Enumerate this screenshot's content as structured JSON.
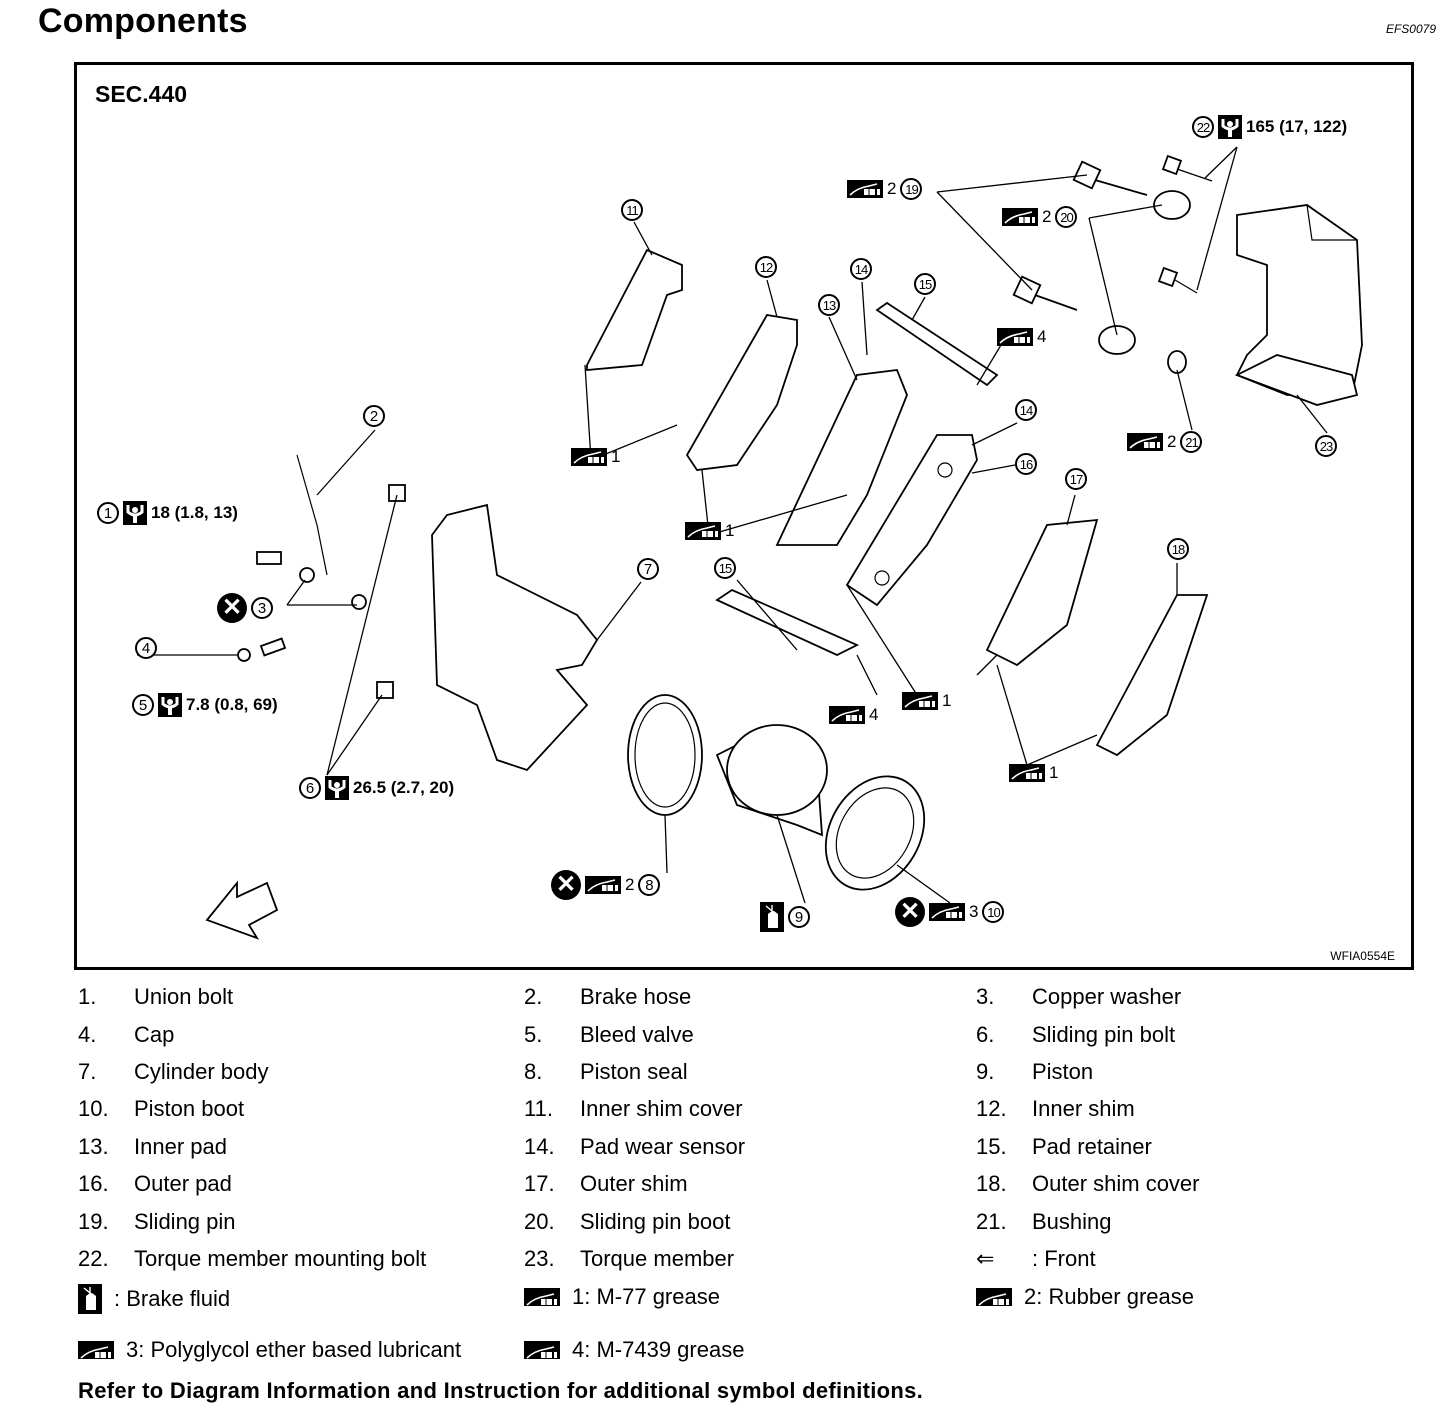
{
  "header": {
    "title": "Components",
    "doc_code": "EFS0079"
  },
  "diagram": {
    "section": "SEC.440",
    "figure_code": "WFIA0554E",
    "callouts": [
      {
        "id": "c1",
        "num": "1",
        "icons": [
          "torque-icon"
        ],
        "text": "18 (1.8, 13)"
      },
      {
        "id": "c2",
        "num": "2",
        "icons": [],
        "text": ""
      },
      {
        "id": "c3",
        "num": "3",
        "icons": [
          "replace-x-icon"
        ],
        "text": ""
      },
      {
        "id": "c4",
        "num": "4",
        "icons": [],
        "text": ""
      },
      {
        "id": "c5",
        "num": "5",
        "icons": [
          "torque-icon"
        ],
        "text": "7.8 (0.8, 69)"
      },
      {
        "id": "c6",
        "num": "6",
        "icons": [
          "torque-icon"
        ],
        "text": "26.5 (2.7, 20)"
      },
      {
        "id": "c7",
        "num": "7",
        "icons": [],
        "text": ""
      },
      {
        "id": "c8",
        "num": "8",
        "icons": [
          "replace-x-icon",
          "grease-icon"
        ],
        "grease": "2",
        "text": ""
      },
      {
        "id": "c9",
        "num": "9",
        "icons": [
          "brake-fluid-icon"
        ],
        "text": ""
      },
      {
        "id": "c10",
        "num": "10",
        "icons": [
          "replace-x-icon",
          "grease-icon"
        ],
        "grease": "3",
        "text": ""
      },
      {
        "id": "c11",
        "num": "11",
        "icons": [],
        "text": ""
      },
      {
        "id": "c12",
        "num": "12",
        "icons": [],
        "text": ""
      },
      {
        "id": "c13",
        "num": "13",
        "icons": [],
        "text": ""
      },
      {
        "id": "c14a",
        "num": "14",
        "icons": [],
        "text": ""
      },
      {
        "id": "c14b",
        "num": "14",
        "icons": [],
        "text": ""
      },
      {
        "id": "c15a",
        "num": "15",
        "icons": [],
        "text": ""
      },
      {
        "id": "c15b",
        "num": "15",
        "icons": [],
        "text": ""
      },
      {
        "id": "c16",
        "num": "16",
        "icons": [],
        "text": ""
      },
      {
        "id": "c17",
        "num": "17",
        "icons": [],
        "text": ""
      },
      {
        "id": "c18",
        "num": "18",
        "icons": [],
        "text": ""
      },
      {
        "id": "c19",
        "num": "19",
        "icons": [
          "grease-icon"
        ],
        "grease": "2",
        "text": ""
      },
      {
        "id": "c20",
        "num": "20",
        "icons": [
          "grease-icon"
        ],
        "grease": "2",
        "text": ""
      },
      {
        "id": "c21",
        "num": "21",
        "icons": [
          "grease-icon"
        ],
        "grease": "2",
        "text": ""
      },
      {
        "id": "c22",
        "num": "22",
        "icons": [
          "torque-icon"
        ],
        "text": "165 (17, 122)"
      },
      {
        "id": "c23",
        "num": "23",
        "icons": [],
        "text": ""
      }
    ],
    "grease_tags": [
      {
        "id": "g1a",
        "value": "1"
      },
      {
        "id": "g1b",
        "value": "1"
      },
      {
        "id": "g1c",
        "value": "1"
      },
      {
        "id": "g1d",
        "value": "1"
      },
      {
        "id": "g4a",
        "value": "4"
      },
      {
        "id": "g4b",
        "value": "4"
      }
    ]
  },
  "legend": {
    "parts": [
      {
        "num": "1.",
        "name": "Union bolt"
      },
      {
        "num": "2.",
        "name": "Brake hose"
      },
      {
        "num": "3.",
        "name": "Copper washer"
      },
      {
        "num": "4.",
        "name": "Cap"
      },
      {
        "num": "5.",
        "name": "Bleed valve"
      },
      {
        "num": "6.",
        "name": "Sliding pin bolt"
      },
      {
        "num": "7.",
        "name": "Cylinder body"
      },
      {
        "num": "8.",
        "name": "Piston seal"
      },
      {
        "num": "9.",
        "name": "Piston"
      },
      {
        "num": "10.",
        "name": "Piston boot"
      },
      {
        "num": "11.",
        "name": "Inner shim cover"
      },
      {
        "num": "12.",
        "name": "Inner shim"
      },
      {
        "num": "13.",
        "name": "Inner pad"
      },
      {
        "num": "14.",
        "name": "Pad wear sensor"
      },
      {
        "num": "15.",
        "name": "Pad retainer"
      },
      {
        "num": "16.",
        "name": "Outer pad"
      },
      {
        "num": "17.",
        "name": "Outer shim"
      },
      {
        "num": "18.",
        "name": "Outer shim cover"
      },
      {
        "num": "19.",
        "name": "Sliding pin"
      },
      {
        "num": "20.",
        "name": "Sliding pin boot"
      },
      {
        "num": "21.",
        "name": "Bushing"
      },
      {
        "num": "22.",
        "name": "Torque member mounting bolt"
      },
      {
        "num": "23.",
        "name": "Torque member"
      },
      {
        "num": "⇐",
        "name": ": Front"
      }
    ],
    "symbols": [
      {
        "icon": "brake-fluid-icon",
        "text": ": Brake fluid"
      },
      {
        "icon": "grease-icon",
        "text": "1: M-77 grease"
      },
      {
        "icon": "grease-icon",
        "text": "2: Rubber grease"
      },
      {
        "icon": "grease-icon",
        "text": "3: Polyglycol ether based lubricant"
      },
      {
        "icon": "grease-icon",
        "text": "4: M-7439 grease"
      }
    ],
    "footer_note": "Refer to Diagram Information and Instruction for additional symbol definitions."
  }
}
